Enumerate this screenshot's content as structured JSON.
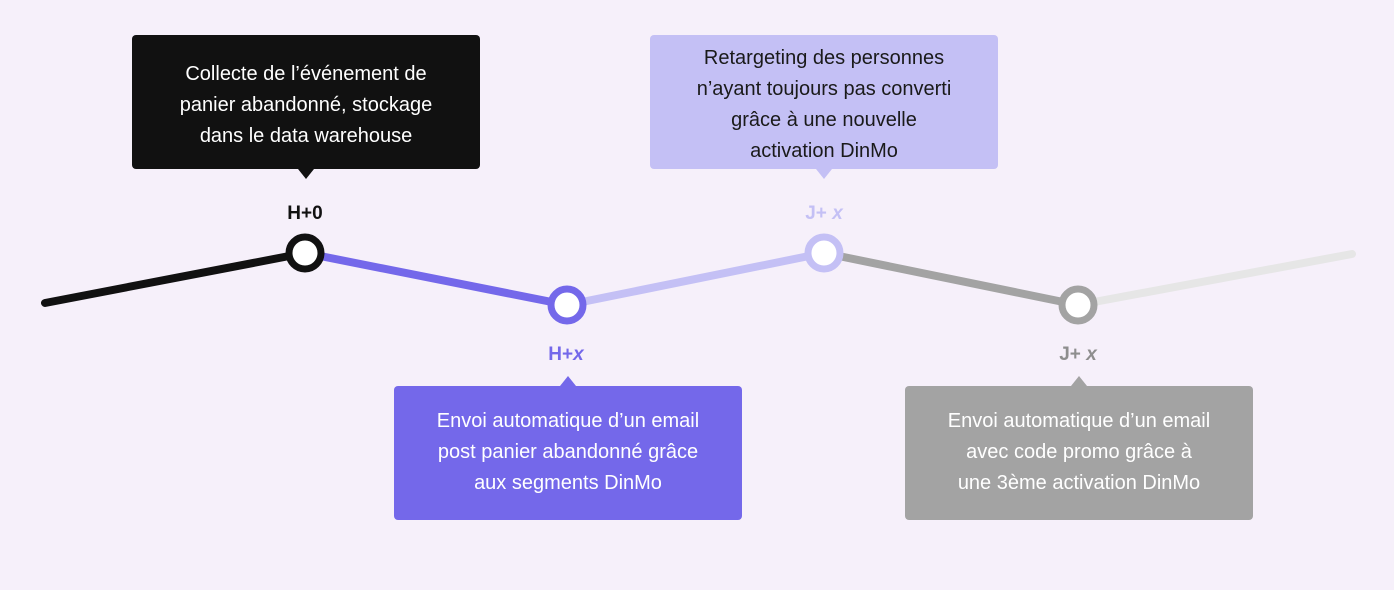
{
  "steps": [
    {
      "label_main": "H+0",
      "label_var": "",
      "callout": [
        "Collecte de l’événement de",
        "panier abandonné, stockage",
        "dans le data warehouse"
      ]
    },
    {
      "label_main": "H+",
      "label_var": "x",
      "callout": [
        "Envoi automatique d’un email",
        "post panier abandonné grâce",
        "aux segments DinMo"
      ]
    },
    {
      "label_main": "J+ ",
      "label_var": "x",
      "callout": [
        "Retargeting des personnes",
        "n’ayant toujours pas converti",
        "grâce à une nouvelle",
        "activation DinMo"
      ]
    },
    {
      "label_main": "J+ ",
      "label_var": "x",
      "callout": [
        "Envoi automatique d’un email",
        "avec code promo grâce à",
        "une 3ème activation DinMo"
      ]
    }
  ],
  "colors": {
    "background": "#f6f0fa",
    "step1": "#111111",
    "step2": "#7468ea",
    "step3": "#c4c0f5",
    "step4": "#a3a3a3",
    "tail": "#e6e6e6"
  }
}
